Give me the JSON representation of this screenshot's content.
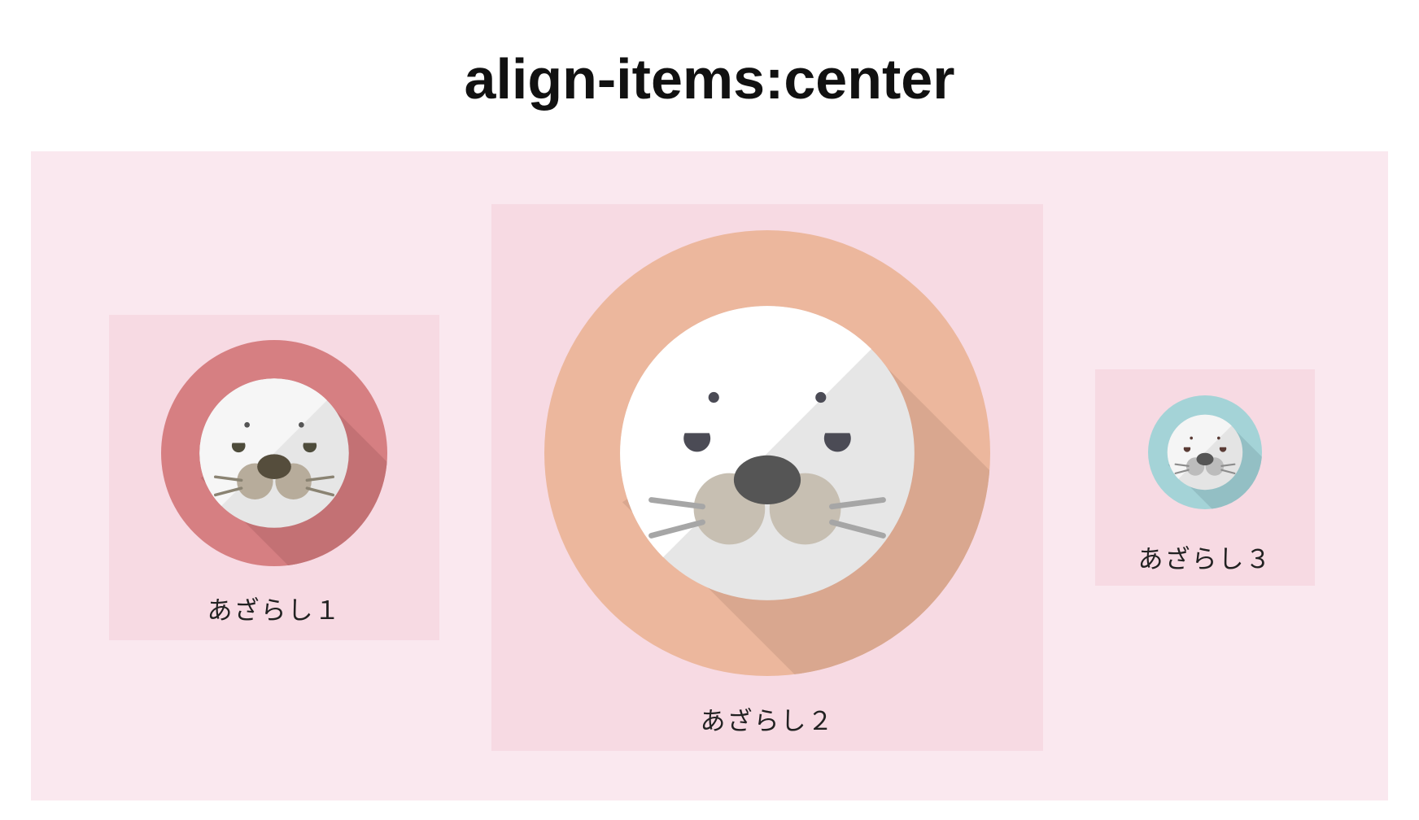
{
  "page": {
    "title": "align-items:center"
  },
  "container": {
    "background": "#fae8ef",
    "item_background": "#f7dae3"
  },
  "items": [
    {
      "caption": "あざらし１",
      "icon": "seal-face-icon",
      "circle_color": "#d67f82",
      "shadow_color": "#c37174"
    },
    {
      "caption": "あざらし２",
      "icon": "seal-face-icon",
      "circle_color": "#ecb79d",
      "shadow_color": "#d9a78f"
    },
    {
      "caption": "あざらし３",
      "icon": "seal-face-icon",
      "circle_color": "#a4d3d7",
      "shadow_color": "#93bfc4"
    }
  ]
}
